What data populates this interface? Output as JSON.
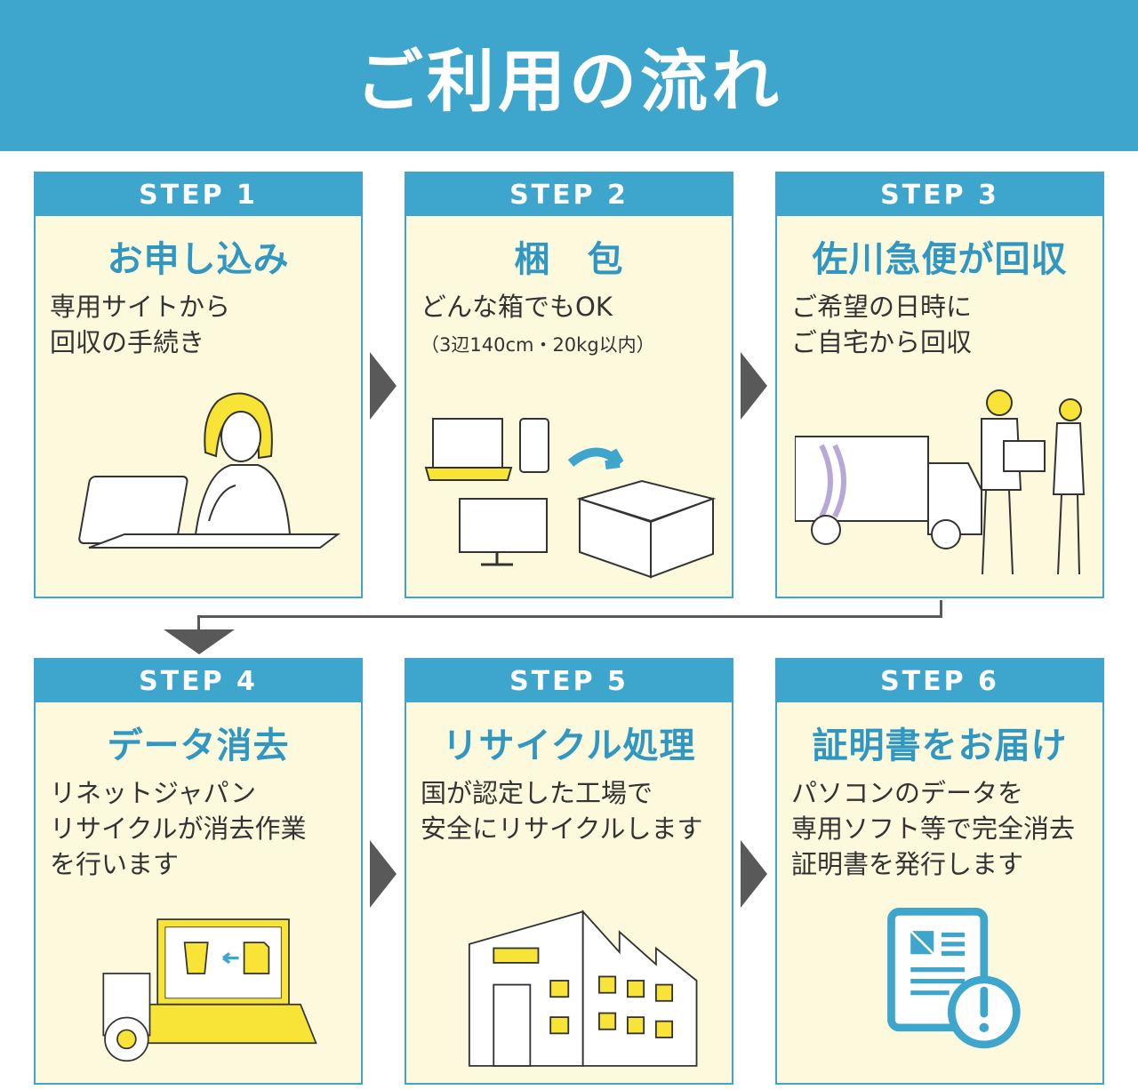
{
  "header": {
    "title": "ご利用の流れ"
  },
  "colors": {
    "accent": "#3ea5cc",
    "card_bg": "#fdf9dc",
    "highlight": "#f7e436",
    "arrow": "#595959"
  },
  "steps": [
    {
      "label": "STEP 1",
      "title": "お申し込み",
      "desc": "専用サイトから\n回収の手続き",
      "icon": "woman-at-laptop-icon"
    },
    {
      "label": "STEP 2",
      "title": "梱　包",
      "desc": "どんな箱でもOK",
      "note": "（3辺140cm・20kg以内）",
      "icon": "devices-and-box-icon"
    },
    {
      "label": "STEP 3",
      "title": "佐川急便が回収",
      "desc": "ご希望の日時に\nご自宅から回収",
      "icon": "truck-and-courier-icon"
    },
    {
      "label": "STEP 4",
      "title": "データ消去",
      "desc": "リネットジャパン\nリサイクルが消去作業\nを行います",
      "icon": "laptop-trash-icon"
    },
    {
      "label": "STEP 5",
      "title": "リサイクル処理",
      "desc": "国が認定した工場で\n安全にリサイクルします",
      "icon": "factory-icon"
    },
    {
      "label": "STEP 6",
      "title": "証明書をお届け",
      "desc": "パソコンのデータを\n専用ソフト等で完全消去\n証明書を発行します",
      "icon": "certificate-icon"
    }
  ]
}
